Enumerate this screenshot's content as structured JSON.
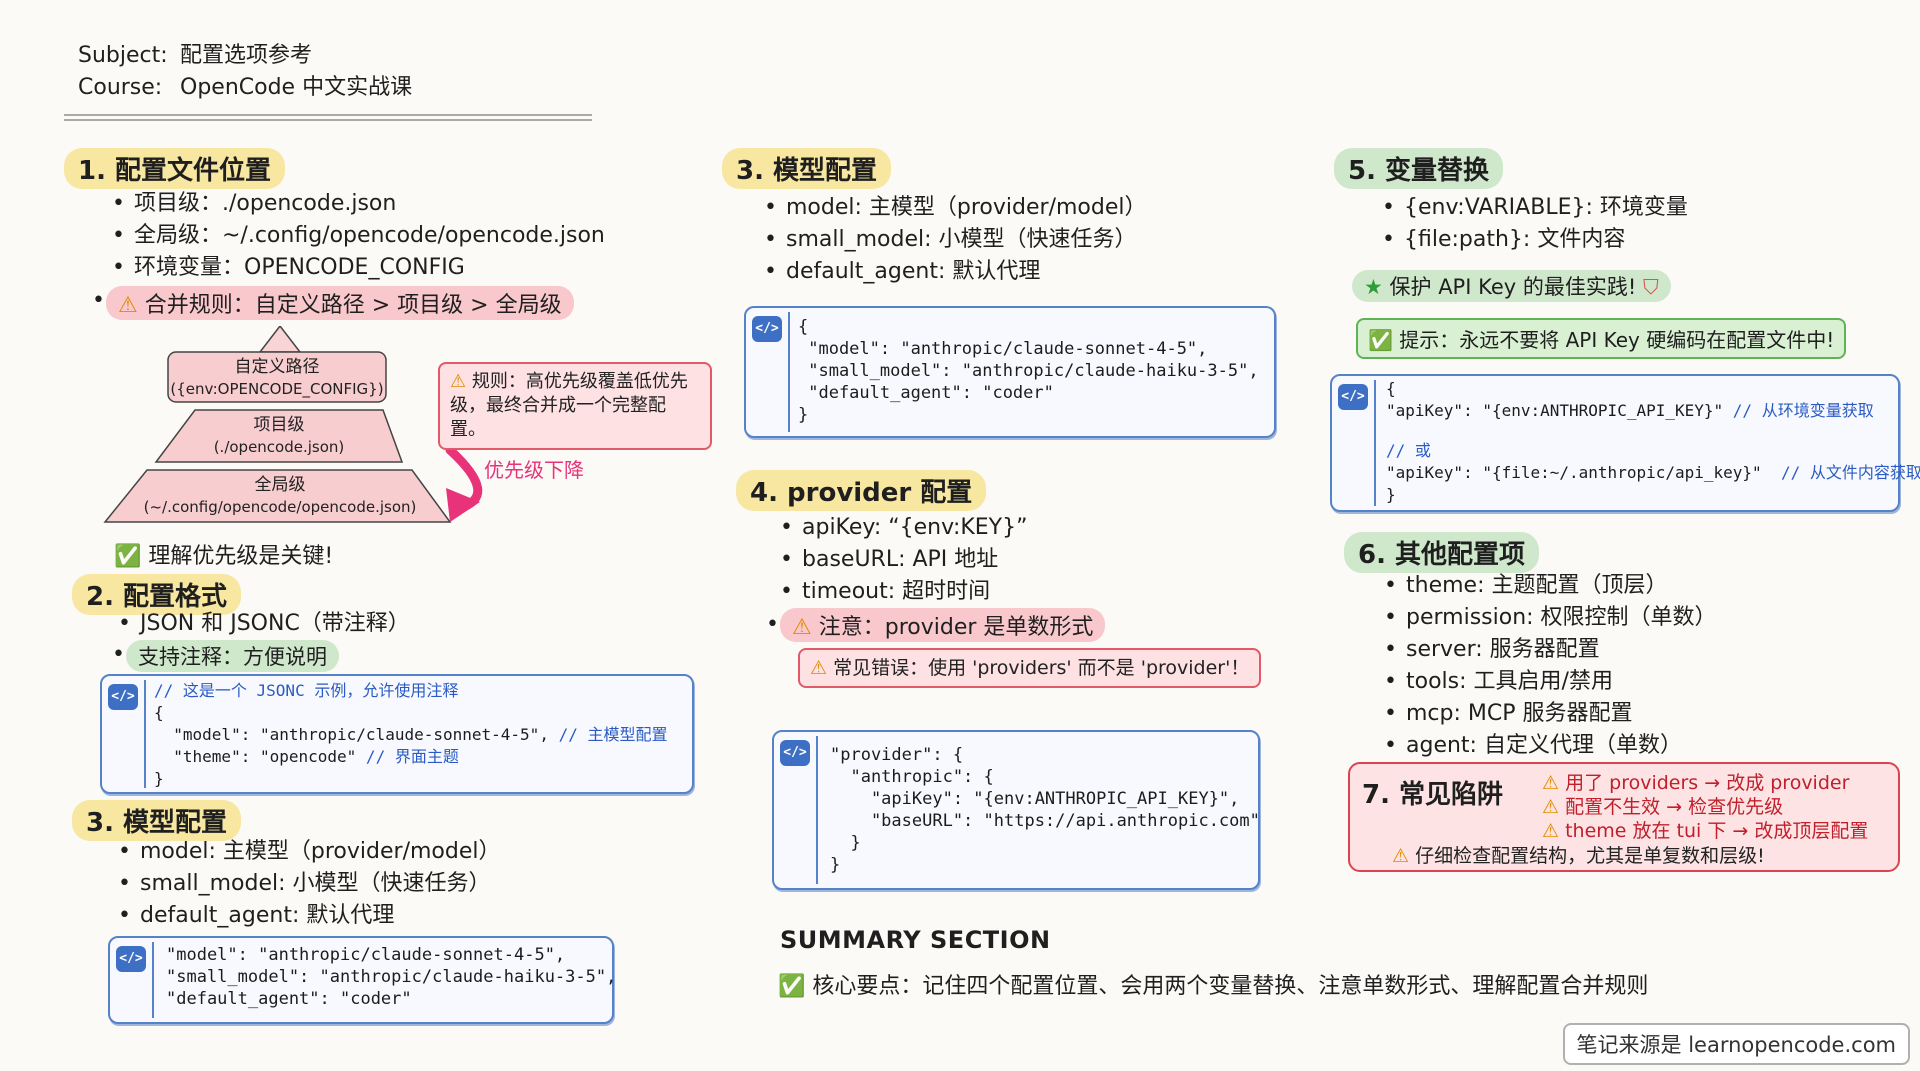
{
  "header": {
    "subject_key": "Subject:",
    "subject_value": "配置选项参考",
    "course_key": "Course:",
    "course_value": "OpenCode 中文实战课"
  },
  "s1": {
    "title": "1. 配置文件位置",
    "items": [
      "项目级：./opencode.json",
      "全局级：~/.config/opencode/opencode.json",
      "环境变量：OPENCODE_CONFIG"
    ],
    "merge_rule": "合并规则：自定义路径 > 项目级 > 全局级",
    "pyramid": {
      "top_line1": "自定义路径",
      "top_line2": "({env:OPENCODE_CONFIG})",
      "mid_line1": "项目级",
      "mid_line2": "(./opencode.json)",
      "bot_line1": "全局级",
      "bot_line2": "(~/.config/opencode/opencode.json)"
    },
    "rule_note": "规则：高优先级覆盖低优先级，最终合并成一个完整配置。",
    "arrow_label": "优先级下降",
    "key_point": "理解优先级是关键!"
  },
  "s2": {
    "title": "2. 配置格式",
    "items": [
      "JSON 和 JSONC（带注释）"
    ],
    "pill": "支持注释：方便说明",
    "code": {
      "l1": "// 这是一个 JSONC 示例，允许使用注释",
      "l2": "{",
      "l3": "  \"model\": \"anthropic/claude-sonnet-4-5\",",
      "l3c": " // 主模型配置",
      "l4": "  \"theme\": \"opencode\"",
      "l4c": " // 界面主题",
      "l5": "}"
    }
  },
  "s3a": {
    "title": "3. 模型配置",
    "items": [
      "model: 主模型（provider/model）",
      "small_model: 小模型（快速任务）",
      "default_agent: 默认代理"
    ],
    "code": "\"model\": \"anthropic/claude-sonnet-4-5\",\n\"small_model\": \"anthropic/claude-haiku-3-5\",\n\"default_agent\": \"coder\""
  },
  "s3b": {
    "title": "3. 模型配置",
    "items": [
      "model: 主模型（provider/model）",
      "small_model: 小模型（快速任务）",
      "default_agent: 默认代理"
    ],
    "code": "{\n \"model\": \"anthropic/claude-sonnet-4-5\",\n \"small_model\": \"anthropic/claude-haiku-3-5\",\n \"default_agent\": \"coder\"\n}"
  },
  "s4": {
    "title": "4. provider 配置",
    "items": [
      "apiKey: “{env:KEY}”",
      "baseURL: API 地址",
      "timeout: 超时时间"
    ],
    "note_pill": "注意：provider 是单数形式",
    "error_box": "常见错误：使用 'providers' 而不是 'provider'！",
    "code": "\"provider\": {\n  \"anthropic\": {\n    \"apiKey\": \"{env:ANTHROPIC_API_KEY}\",\n    \"baseURL\": \"https://api.anthropic.com\"\n  }\n}"
  },
  "s5": {
    "title": "5. 变量替换",
    "items": [
      "{env:VARIABLE}: 环境变量",
      "{file:path}: 文件内容"
    ],
    "best_practice": "保护 API Key 的最佳实践!",
    "tip": "提示：永远不要将 API Key 硬编码在配置文件中!",
    "code": {
      "l1": "{",
      "l2": "\"apiKey\": \"{env:ANTHROPIC_API_KEY}\"",
      "l2c": " // 从环境变量获取",
      "l3": "// 或",
      "l4": "\"apiKey\": \"{file:~/.anthropic/api_key}\"",
      "l4c": "  // 从文件内容获取",
      "l5": "}"
    }
  },
  "s6": {
    "title": "6. 其他配置项",
    "items": [
      "theme: 主题配置（顶层）",
      "permission: 权限控制（单数）",
      "server: 服务器配置",
      "tools: 工具启用/禁用",
      "mcp: MCP 服务器配置",
      "agent: 自定义代理（单数）"
    ]
  },
  "s7": {
    "title": "7. 常见陷阱",
    "items": [
      "用了 providers → 改成 provider",
      "配置不生效 → 检查优先级",
      "theme 放在 tui 下 → 改成顶层配置"
    ],
    "note": "仔细检查配置结构，尤其是单复数和层级!"
  },
  "summary": {
    "title": "SUMMARY SECTION",
    "text": "核心要点：记住四个配置位置、会用两个变量替换、注意单数形式、理解配置合并规则"
  },
  "footer": {
    "text": "笔记来源是 learnopencode.com"
  },
  "colors": {
    "yellow": "#f7e7a1",
    "green": "#cfe8cc",
    "blue": "#5582c9",
    "red": "#d94452",
    "pink": "#e8337a"
  },
  "icons": [
    "code-icon",
    "warning-icon",
    "check-icon",
    "star-icon",
    "shield-icon",
    "arrow-down-icon"
  ]
}
